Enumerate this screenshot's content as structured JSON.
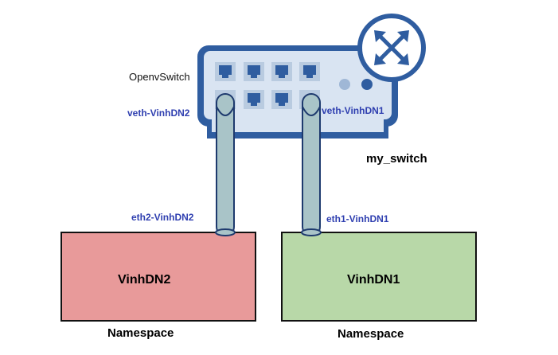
{
  "switch": {
    "type_label": "OpenvSwitch",
    "name": "my_switch",
    "icon": "router-arrows-icon",
    "colors": {
      "frame": "#2f5da0",
      "panel": "#d9e4f2",
      "port": "#2f5da0",
      "badge": "#ffffff"
    }
  },
  "ports": {
    "left_label": "veth-VinhDN2",
    "right_label": "veth-VinhDN1"
  },
  "cables": {
    "color": "#a9c4c8",
    "outline": "#1e3a6e"
  },
  "namespaces": {
    "left": {
      "name": "VinhDN2",
      "caption": "Namespace",
      "iface_label": "eth2-VinhDN2",
      "fill": "#e89a9a"
    },
    "right": {
      "name": "VinhDN1",
      "caption": "Namespace",
      "iface_label": "eth1-VinhDN1",
      "fill": "#b8d8a8"
    }
  },
  "label_color": "#2f3fb0"
}
